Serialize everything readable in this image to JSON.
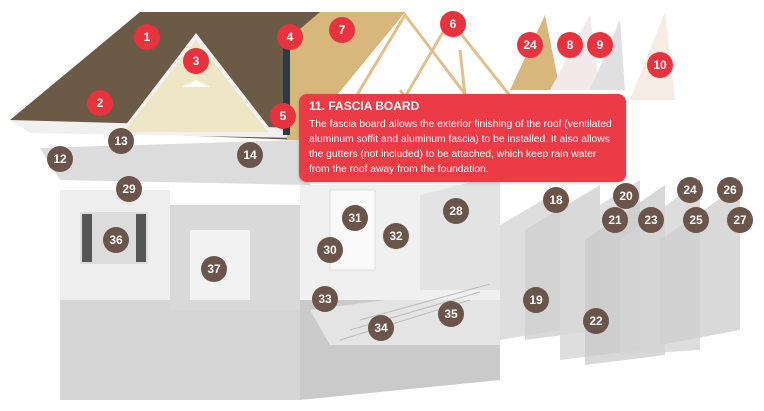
{
  "tooltip": {
    "title": "11. FASCIA BOARD",
    "body": "The fascia board allows the exterior finishing of the roof (ventilated aluminum soffit and aluminum fascia) to be installed. It also allows the gutters (not included) to be attached, which keep rain water from the roof away from the foundation."
  },
  "colors": {
    "red_marker": "#e8333e",
    "brown_marker": "#6b5449",
    "tooltip_bg": "#ea3b46"
  },
  "markers_red": [
    "1",
    "2",
    "3",
    "4",
    "5",
    "6",
    "7",
    "24",
    "8",
    "9",
    "10"
  ],
  "markers_brown": [
    "12",
    "13",
    "14",
    "18",
    "19",
    "20",
    "21",
    "22",
    "23",
    "24",
    "25",
    "26",
    "27",
    "28",
    "29",
    "30",
    "31",
    "32",
    "33",
    "34",
    "35",
    "36",
    "37"
  ]
}
